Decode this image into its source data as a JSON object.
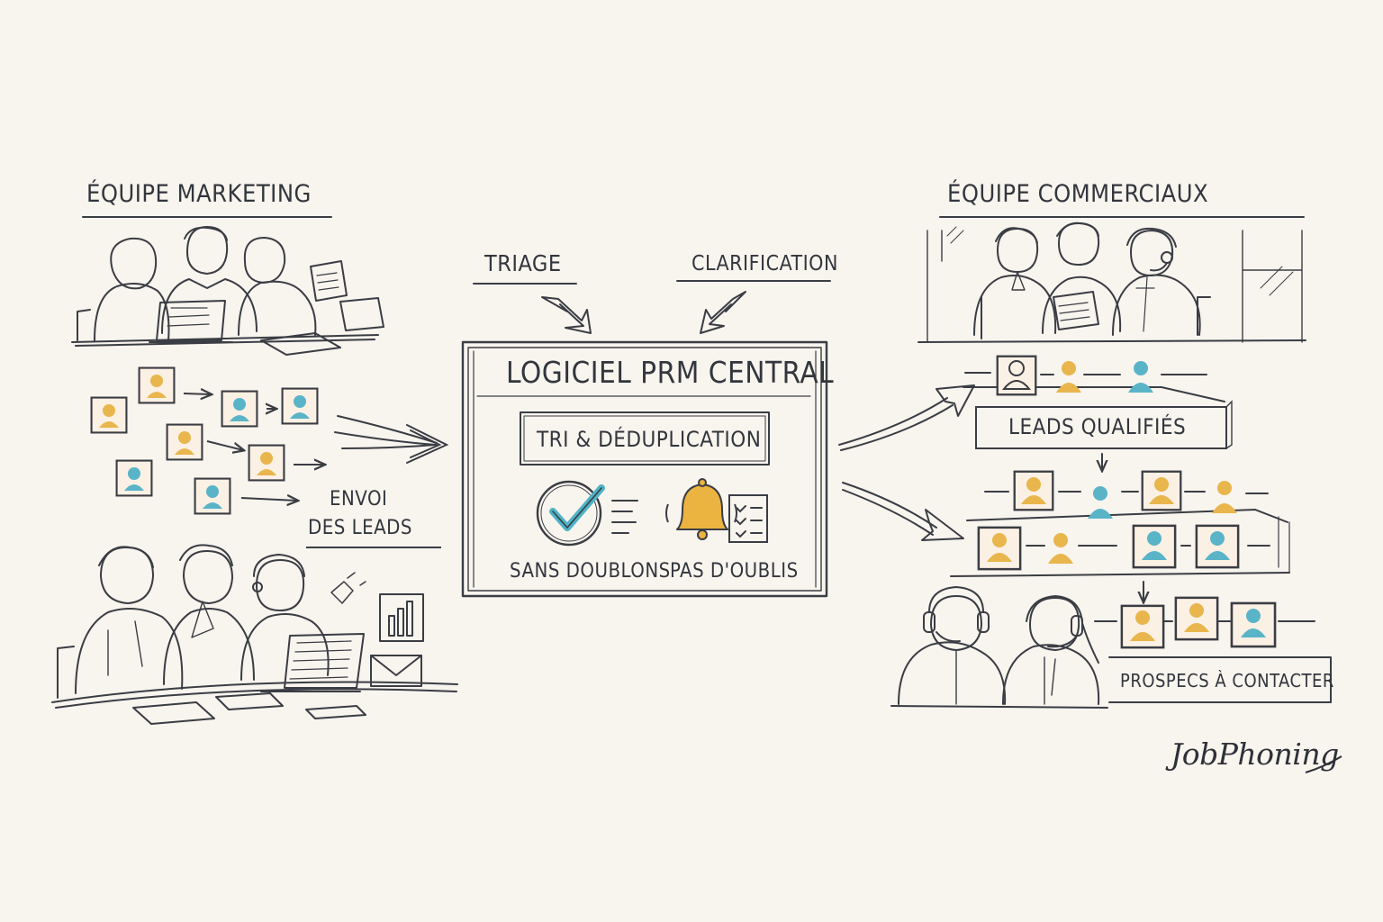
{
  "labels": {
    "marketing_team": "ÉQUIPE MARKETING",
    "sales_team": "ÉQUIPE COMMERCIAUX",
    "triage": "TRIAGE",
    "clarification": "CLARIFICATION",
    "central_title": "LOGICIEL PRM CENTRAL",
    "sorting_box": "TRI & DÉDUPLICATION",
    "no_duplicates": "SANS DOUBLONS",
    "no_omissions": "PAS D'OUBLIS",
    "send_leads_line1": "ENVOI",
    "send_leads_line2": "DES LEADS",
    "qualified_leads": "LEADS QUALIFIÉS",
    "prospects": "PROSPECS À CONTACTER",
    "brand": "JobPhoning"
  },
  "colors": {
    "background": "#f8f4ee",
    "ink": "#3a3d44",
    "lead_yellow": "#e8b64c",
    "lead_teal": "#5ab4c8",
    "card_fill": "#fbf0e4",
    "check_teal": "#4fb3c6",
    "bell_yellow": "#ebb33f"
  },
  "icons": [
    "person-card-icon",
    "checkmark-icon",
    "bell-icon",
    "checklist-icon",
    "arrow-icon",
    "envelope-icon",
    "bar-chart-icon",
    "laptop-icon",
    "headset-icon"
  ]
}
